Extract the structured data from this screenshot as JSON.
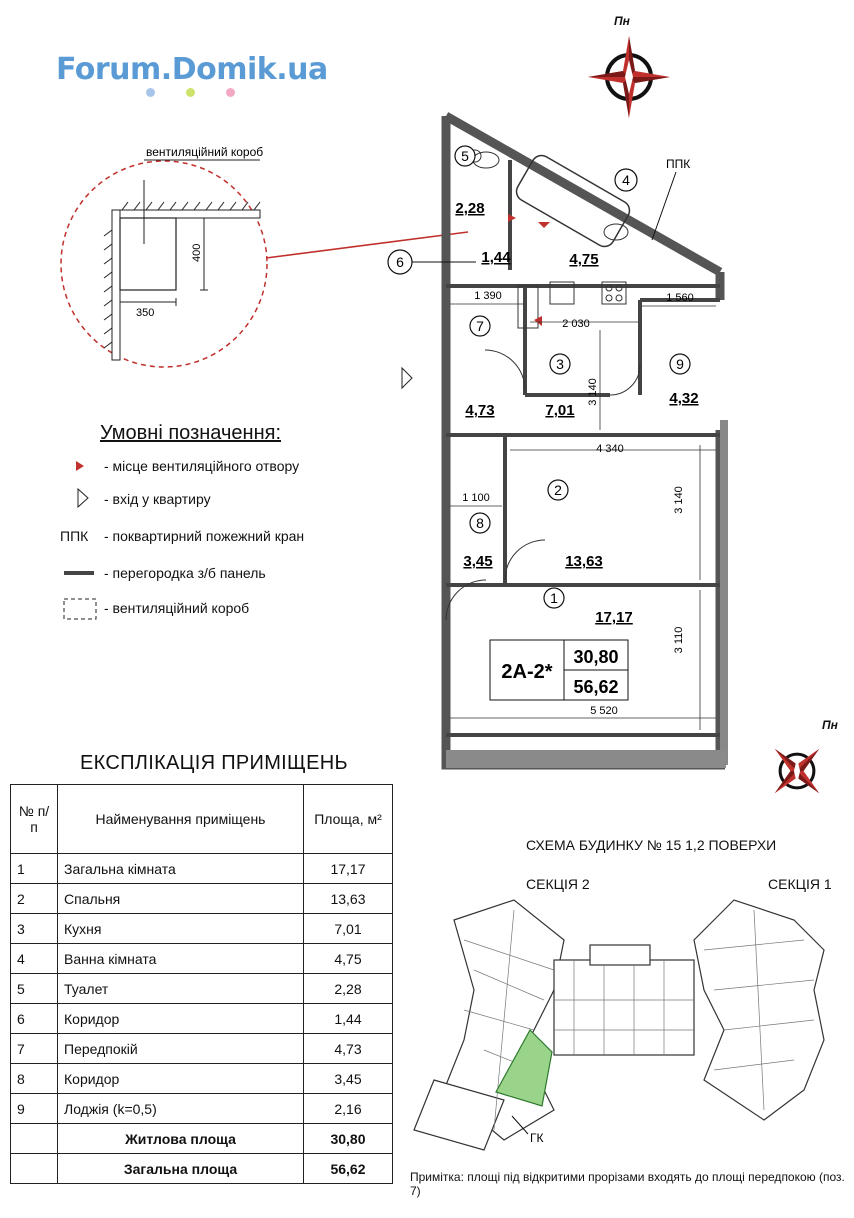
{
  "site": {
    "logo": "Forum.Domik.ua"
  },
  "colors": {
    "logo": "#5b9bd5",
    "dot1": "#a9c6ea",
    "dot2": "#cde26a",
    "dot3": "#f3a9c3",
    "wall": "#5a5a5a",
    "accent": "#c0302c",
    "highlight": "#9ad48a"
  },
  "compass": {
    "north": "Пн"
  },
  "detail": {
    "title": "вентиляційний короб",
    "dim_width": "350",
    "dim_height": "400"
  },
  "plan": {
    "unit_code": "2А-2*",
    "living_area": "30,80",
    "total_area": "56,62",
    "ppk": "ППК",
    "rooms": [
      {
        "num": "1",
        "area": "17,17"
      },
      {
        "num": "2",
        "area": "13,63"
      },
      {
        "num": "3",
        "area": "7,01"
      },
      {
        "num": "4",
        "area": "4,75"
      },
      {
        "num": "5",
        "area": "2,28"
      },
      {
        "num": "6",
        "area": "1,44"
      },
      {
        "num": "7",
        "area": "4,73"
      },
      {
        "num": "8",
        "area": "3,45"
      },
      {
        "num": "9",
        "area": "4,32"
      }
    ],
    "dims": [
      "1 390",
      "2 030",
      "1 560",
      "3 140",
      "4 340",
      "3 140",
      "1 100",
      "3 110",
      "5 520"
    ]
  },
  "legend": {
    "title": "Умовні позначення:",
    "items": [
      {
        "symbol": "",
        "text": "- місце вентиляційного отвору"
      },
      {
        "symbol": "",
        "text": "- вхід у квартиру"
      },
      {
        "symbol": "ППК",
        "text": "- поквартирний пожежний кран"
      },
      {
        "symbol": "",
        "text": "- перегородка з/б панель"
      },
      {
        "symbol": "",
        "text": "- вентиляційний короб"
      }
    ]
  },
  "explication": {
    "title": "ЕКСПЛІКАЦІЯ ПРИМІЩЕНЬ",
    "headers": {
      "num": "№ п/п",
      "name": "Найменування приміщень",
      "area": "Площа, м²"
    },
    "rows": [
      {
        "num": "1",
        "name": "Загальна кімната",
        "area": "17,17"
      },
      {
        "num": "2",
        "name": "Спальня",
        "area": "13,63"
      },
      {
        "num": "3",
        "name": "Кухня",
        "area": "7,01"
      },
      {
        "num": "4",
        "name": "Ванна кімната",
        "area": "4,75"
      },
      {
        "num": "5",
        "name": "Туалет",
        "area": "2,28"
      },
      {
        "num": "6",
        "name": "Коридор",
        "area": "1,44"
      },
      {
        "num": "7",
        "name": "Передпокій",
        "area": "4,73"
      },
      {
        "num": "8",
        "name": "Коридор",
        "area": "3,45"
      },
      {
        "num": "9",
        "name": "Лоджія (k=0,5)",
        "area": "2,16"
      }
    ],
    "totals": [
      {
        "name": "Житлова площа",
        "area": "30,80"
      },
      {
        "name": "Загальна площа",
        "area": "56,62"
      }
    ]
  },
  "scheme": {
    "title": "СХЕМА БУДИНКУ № 15  1,2 ПОВЕРХИ",
    "section2": "СЕКЦІЯ  2",
    "section1": "СЕКЦІЯ  1",
    "gk": "ГК"
  },
  "note": "Примітка: площі під відкритими прорізами входять до площі передпокою (поз. 7)"
}
